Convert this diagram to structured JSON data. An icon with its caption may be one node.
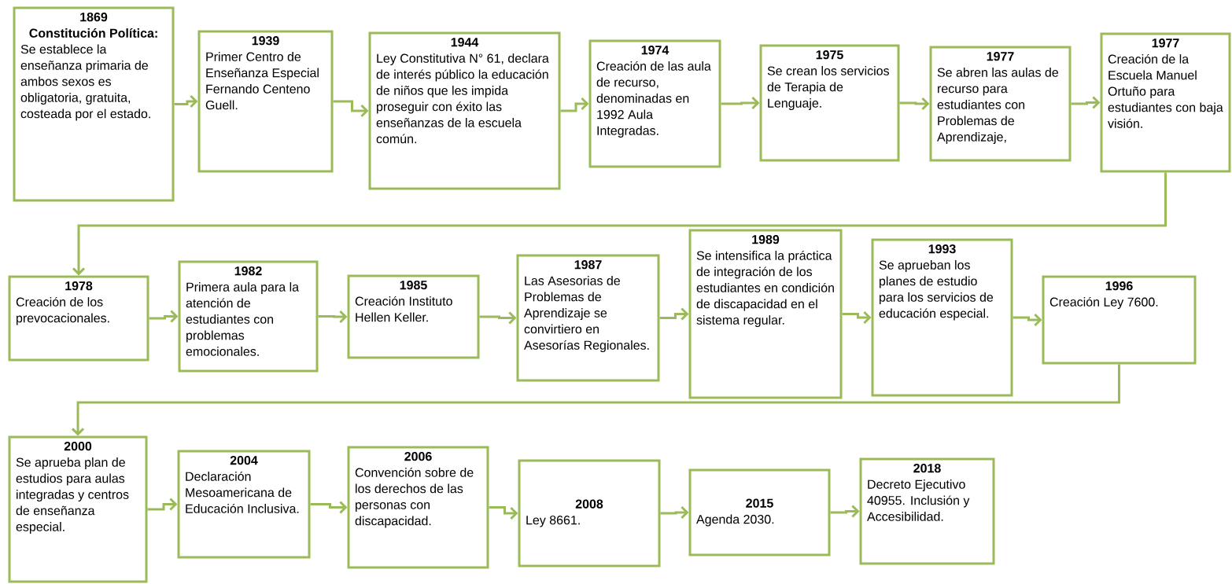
{
  "diagram": {
    "nodes": [
      {
        "text": [
          "1869",
          "Constitución Política:",
          "Se establece la enseñanza primaria de ambos sexos es obligatoria, gratuita, costeada por el estado."
        ]
      },
      {
        "text": [
          "1939",
          "Primer Centro de Enseñanza Especial Fernando Centeno Guell."
        ]
      },
      {
        "text": [
          "1944",
          "Ley Constitutiva N° 61, declara de interés público la educación de niños que les impida proseguir con éxito las enseñanzas de la escuela común."
        ]
      },
      {
        "text": [
          "1974",
          "Creación de las aula de recurso, denominadas en 1992 Aula Integradas."
        ]
      },
      {
        "text": [
          "1975",
          "Se crean los servicios de Terapia de Lenguaje."
        ]
      },
      {
        "text": [
          "1977",
          "Se abren las aulas de recurso para estudiantes con Problemas de Aprendizaje,"
        ]
      },
      {
        "text": [
          "1977",
          "Creación de la Escuela Manuel Ortuño para estudiantes con baja visión."
        ]
      },
      {
        "text": [
          "1978",
          "Creación de los prevocacionales."
        ]
      },
      {
        "text": [
          "1982",
          "Primera aula para la atención de estudiantes con problemas emocionales."
        ]
      },
      {
        "text": [
          "1985",
          "Creación Instituto Hellen Keller."
        ]
      },
      {
        "text": [
          "1987",
          "Las Asesorias de Problemas de Aprendizaje se convirtiero en Asesorías Regionales."
        ]
      },
      {
        "text": [
          "1989",
          "Se intensifica la práctica de integración de los estudiantes en condición de discapacidad en el sistema regular."
        ]
      },
      {
        "text": [
          "1993",
          "Se aprueban los planes de estudio para los servicios de educación especial."
        ]
      },
      {
        "text": [
          "1996",
          "Creación Ley 7600."
        ]
      },
      {
        "text": [
          "2000",
          "Se aprueba plan de estudios para aulas integradas y centros de enseñanza especial."
        ]
      },
      {
        "text": [
          "2004",
          "Declaración Mesoamericana de Educación Inclusiva."
        ]
      },
      {
        "text": [
          "2006",
          "Convención sobre de los derechos de las personas con discapacidad."
        ]
      },
      {
        "text": [
          "2008",
          "Ley 8661."
        ]
      },
      {
        "text": [
          "2015",
          "Agenda 2030."
        ]
      },
      {
        "text": [
          "2018",
          "Decreto Ejecutivo 40955. Inclusión y Accesibilidad."
        ]
      }
    ],
    "edges": [
      {
        "from": 0,
        "to": 1,
        "arrow": "to"
      },
      {
        "from": 1,
        "to": 2,
        "arrow": "to"
      },
      {
        "from": 2,
        "to": 3,
        "arrow": "to"
      },
      {
        "from": 3,
        "to": 4,
        "arrow": "to"
      },
      {
        "from": 4,
        "to": 5,
        "arrow": "to"
      },
      {
        "from": 5,
        "to": 6,
        "arrow": "to"
      },
      {
        "from": 6,
        "to": 7,
        "arrow": "to"
      },
      {
        "from": 7,
        "to": 8,
        "arrow": "to"
      },
      {
        "from": 8,
        "to": 9,
        "arrow": "to"
      },
      {
        "from": 9,
        "to": 10,
        "arrow": "to"
      },
      {
        "from": 10,
        "to": 11,
        "arrow": "to"
      },
      {
        "from": 11,
        "to": 12,
        "arrow": "to"
      },
      {
        "from": 12,
        "to": 13,
        "arrow": "to"
      },
      {
        "from": 13,
        "to": 14,
        "arrow": "to"
      },
      {
        "from": 14,
        "to": 15,
        "arrow": "to"
      },
      {
        "from": 15,
        "to": 16,
        "arrow": "to"
      },
      {
        "from": 16,
        "to": 17,
        "arrow": "to"
      },
      {
        "from": 17,
        "to": 18,
        "arrow": "to"
      },
      {
        "from": 18,
        "to": 19,
        "arrow": "to"
      }
    ]
  }
}
